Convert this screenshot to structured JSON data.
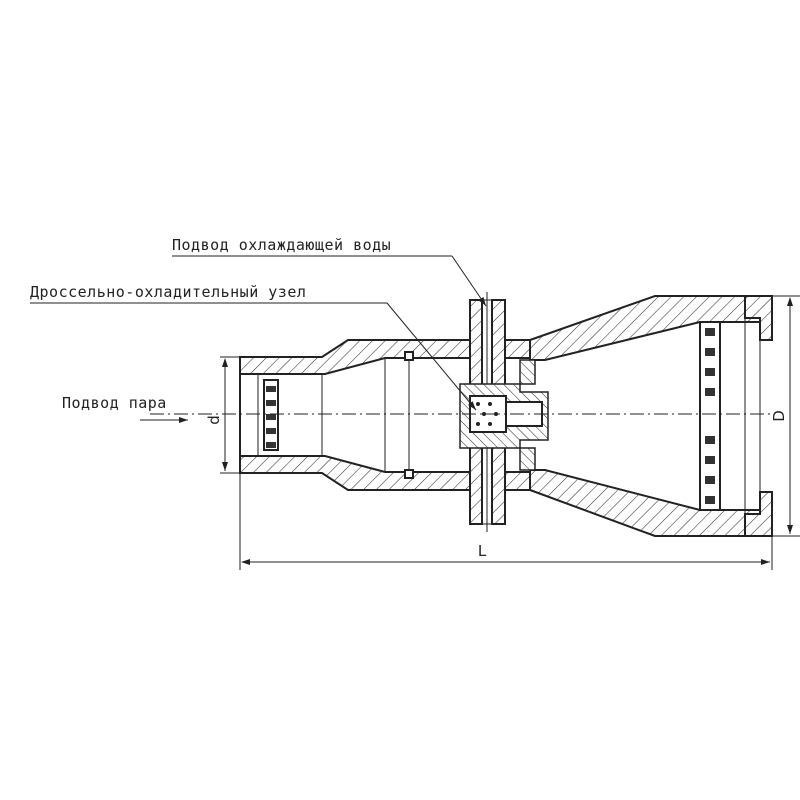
{
  "labels": {
    "cooling_water": "Подвод охлаждающей воды",
    "throttle_unit": "Дроссельно-охладительный узел",
    "steam_inlet": "Подвод пара"
  },
  "dimensions": {
    "inlet_diameter": "d",
    "outlet_diameter": "D",
    "length": "L"
  }
}
